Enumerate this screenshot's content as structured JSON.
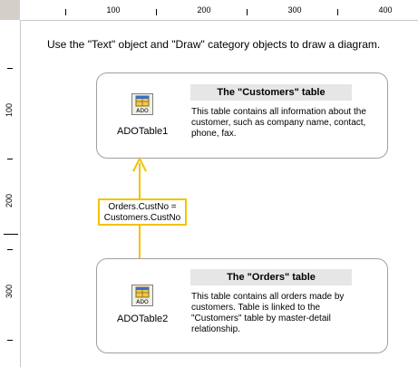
{
  "ruler": {
    "top_labels": [
      "100",
      "200",
      "300",
      "400"
    ],
    "left_labels": [
      "100",
      "200",
      "300"
    ]
  },
  "instruction": "Use the \"Text\" object and \"Draw\" category objects to draw a diagram.",
  "customers": {
    "component_name": "ADOTable1",
    "icon_label": "ADO",
    "title": "The \"Customers\" table",
    "description": "This table contains all information about the customer, such as company name, contact, phone, fax."
  },
  "orders": {
    "component_name": "ADOTable2",
    "icon_label": "ADO",
    "title": "The \"Orders\" table",
    "description": "This table contains all orders made by customers. Table is linked to the \"Customers\" table by master-detail relationship."
  },
  "link": {
    "line1": "Orders.CustNo =",
    "line2": "Customers.CustNo"
  },
  "colors": {
    "link_accent": "#f2c200",
    "card_border": "#a0a0a0",
    "title_bg": "#e6e6e6"
  },
  "icons": [
    "ado-table-icon",
    "arrow-up-icon"
  ]
}
